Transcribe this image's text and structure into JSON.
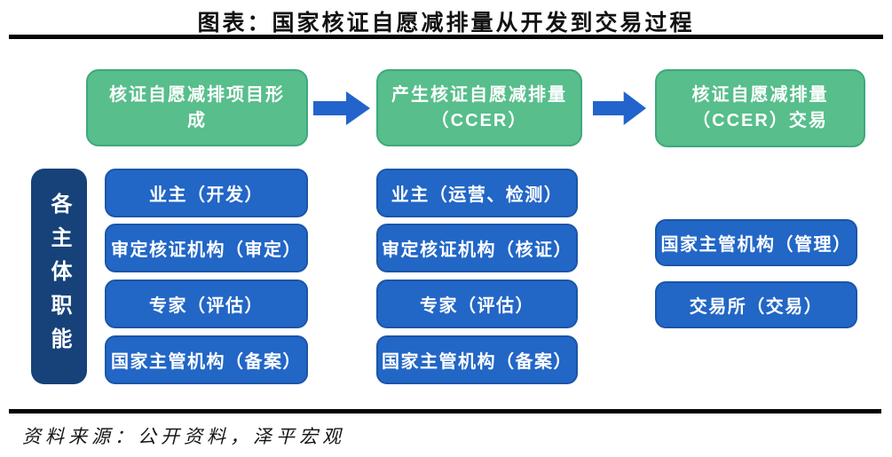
{
  "title": "图表：国家核证自愿减排量从开发到交易过程",
  "flow": {
    "stages": [
      {
        "line1": "核证自愿减排项目形",
        "line2": "成"
      },
      {
        "line1": "产生核证自愿减排量",
        "line2": "（CCER）"
      },
      {
        "line1": "核证自愿减排量",
        "line2": "（CCER）交易"
      }
    ]
  },
  "roles": {
    "axis_label": "各主体职能",
    "columns": [
      {
        "items": [
          "业主（开发）",
          "审定核证机构（审定）",
          "专家（评估）",
          "国家主管机构（备案）"
        ]
      },
      {
        "items": [
          "业主（运营、检测）",
          "审定核证机构（核证）",
          "专家（评估）",
          "国家主管机构（备案）"
        ]
      },
      {
        "items": [
          "国家主管机构（管理）",
          "交易所（交易）"
        ]
      }
    ]
  },
  "source": "资料来源：公开资料，泽平宏观",
  "colors": {
    "stage_green": "#57BE8C",
    "stage_green_border": "#3FA87D",
    "role_blue": "#2266C6",
    "role_blue_border": "#1B55A8",
    "axis_navy": "#164279",
    "arrow_blue": "#2264CB",
    "rule_black": "#050505"
  }
}
